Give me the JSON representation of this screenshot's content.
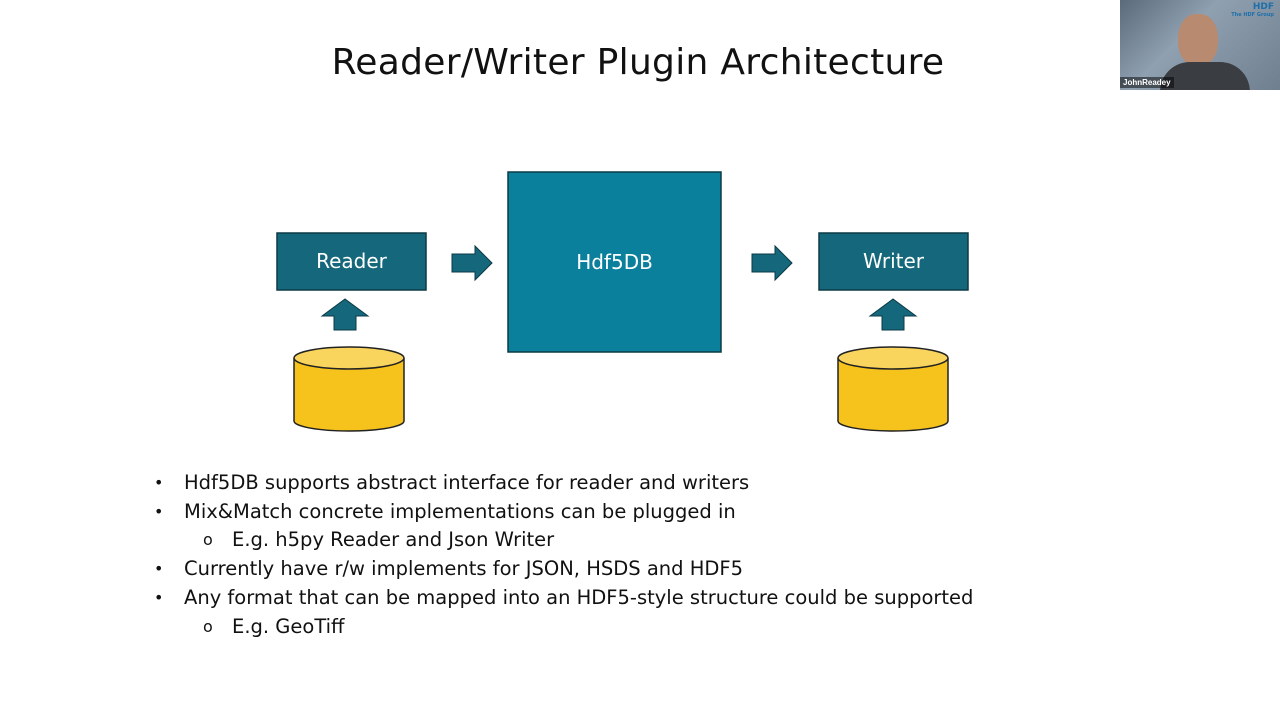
{
  "slide": {
    "title": "Reader/Writer Plugin Architecture",
    "diagram": {
      "reader_label": "Reader",
      "core_label": "Hdf5DB",
      "writer_label": "Writer",
      "colors": {
        "box": "#15677b",
        "core": "#0b809d",
        "storage": "#f6c21c"
      }
    },
    "bullets": [
      {
        "level": 1,
        "text": "Hdf5DB supports abstract interface for reader and writers"
      },
      {
        "level": 1,
        "text": "Mix&Match concrete implementations can be plugged in"
      },
      {
        "level": 2,
        "text": "E.g. h5py Reader and Json Writer"
      },
      {
        "level": 1,
        "text": "Currently have r/w implements for JSON, HSDS and HDF5"
      },
      {
        "level": 1,
        "text": "Any format that can be mapped into an HDF5-style structure could be supported"
      },
      {
        "level": 2,
        "text": "E.g. GeoTiff"
      }
    ],
    "bullet_symbols": {
      "level1": "•",
      "level2": "o"
    }
  },
  "video": {
    "participant_name": "JohnReadey",
    "logo_text": "HDF",
    "logo_subtext": "The HDF Group"
  }
}
